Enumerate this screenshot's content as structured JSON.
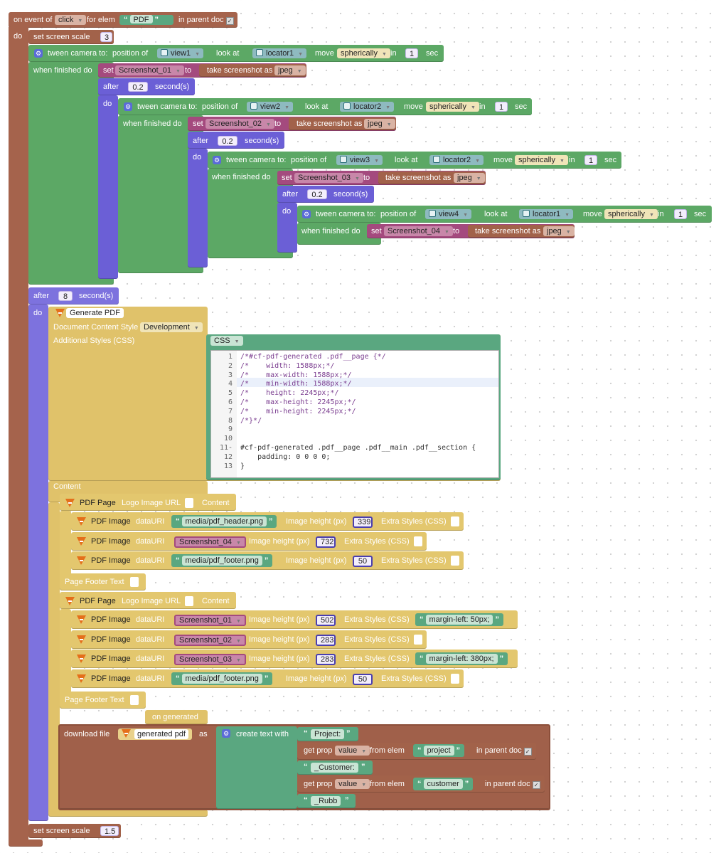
{
  "event": {
    "prefix": "on event of",
    "event_value": "click",
    "for_elem": "for elem",
    "elem_value": "PDF",
    "in_parent_doc": "in parent doc",
    "do_label": "do"
  },
  "labels": {
    "set_screen_scale": "set screen scale",
    "tween_camera": "tween camera to:",
    "position_of": "position of",
    "look_at": "look at",
    "move": "move",
    "in": "in",
    "sec": "sec",
    "when_finished_do": "when finished do",
    "set": "set",
    "to": "to",
    "take_screenshot_as": "take screenshot as",
    "after": "after",
    "seconds": "second(s)",
    "do": "do",
    "on_generated": "on generated",
    "download_file": "download file",
    "as": "as",
    "create_text_with": "create text with",
    "get_prop": "get prop",
    "from_elem": "from elem"
  },
  "set_scale_1": "3",
  "set_scale_2": "1.5",
  "tweens": [
    {
      "view": "view1",
      "locator": "locator1",
      "mode": "spherically",
      "time": "1",
      "shot": "Screenshot_01",
      "format": "jpeg",
      "after": "0.2"
    },
    {
      "view": "view2",
      "locator": "locator2",
      "mode": "spherically",
      "time": "1",
      "shot": "Screenshot_02",
      "format": "jpeg",
      "after": "0.2"
    },
    {
      "view": "view3",
      "locator": "locator2",
      "mode": "spherically",
      "time": "1",
      "shot": "Screenshot_03",
      "format": "jpeg",
      "after": "0.2"
    },
    {
      "view": "view4",
      "locator": "locator1",
      "mode": "spherically",
      "time": "1",
      "shot": "Screenshot_04",
      "format": "jpeg"
    }
  ],
  "after_8": "8",
  "pdf": {
    "title": "Generate PDF",
    "doc_style_label": "Document Content Style",
    "doc_style_value": "Development",
    "additional_styles": "Additional Styles (CSS)",
    "css_dropdown": "CSS",
    "content_label": "Content",
    "page_label": "PDF Page",
    "logo_label": "Logo Image URL",
    "content_inline": "Content",
    "image_label": "PDF Image",
    "datauri": "dataURI",
    "image_height": "Image height (px)",
    "extra_styles": "Extra Styles (CSS)",
    "footer_text": "Page Footer Text"
  },
  "css_lines": [
    {
      "n": "1",
      "text": "/*#cf-pdf-generated .pdf__page {*/"
    },
    {
      "n": "2",
      "text": "/*    width: 1588px;*/"
    },
    {
      "n": "3",
      "text": "/*    max-width: 1588px;*/"
    },
    {
      "n": "4",
      "text": "/*    min-width: 1588px;*/"
    },
    {
      "n": "5",
      "text": "/*    height: 2245px;*/"
    },
    {
      "n": "6",
      "text": "/*    max-height: 2245px;*/"
    },
    {
      "n": "7",
      "text": "/*    min-height: 2245px;*/"
    },
    {
      "n": "8",
      "text": "/*}*/"
    },
    {
      "n": "9",
      "text": ""
    },
    {
      "n": "10",
      "text": ""
    },
    {
      "n": "11-",
      "text": "#cf-pdf-generated .pdf__page .pdf__main .pdf__section {"
    },
    {
      "n": "12",
      "text": "    padding: 0 0 0 0;"
    },
    {
      "n": "13",
      "text": "}"
    }
  ],
  "page1_images": [
    {
      "src": "media/pdf_header.png",
      "height": "339",
      "extra": ""
    },
    {
      "src": "Screenshot_04",
      "height": "732",
      "extra": ""
    },
    {
      "src": "media/pdf_footer.png",
      "height": "50",
      "extra": ""
    }
  ],
  "page2_images": [
    {
      "src": "Screenshot_01",
      "height": "502",
      "extra": "margin-left: 50px;"
    },
    {
      "src": "Screenshot_02",
      "height": "283",
      "extra": ""
    },
    {
      "src": "Screenshot_03",
      "height": "283",
      "extra": "margin-left: 380px;"
    },
    {
      "src": "media/pdf_footer.png",
      "height": "50",
      "extra": ""
    }
  ],
  "download": {
    "file_value": "generated pdf",
    "t1": "Project:",
    "prop1": "value",
    "elem1": "project",
    "t2": "_Customer:",
    "prop2": "value",
    "elem2": "customer",
    "t3": "_Rubb"
  }
}
